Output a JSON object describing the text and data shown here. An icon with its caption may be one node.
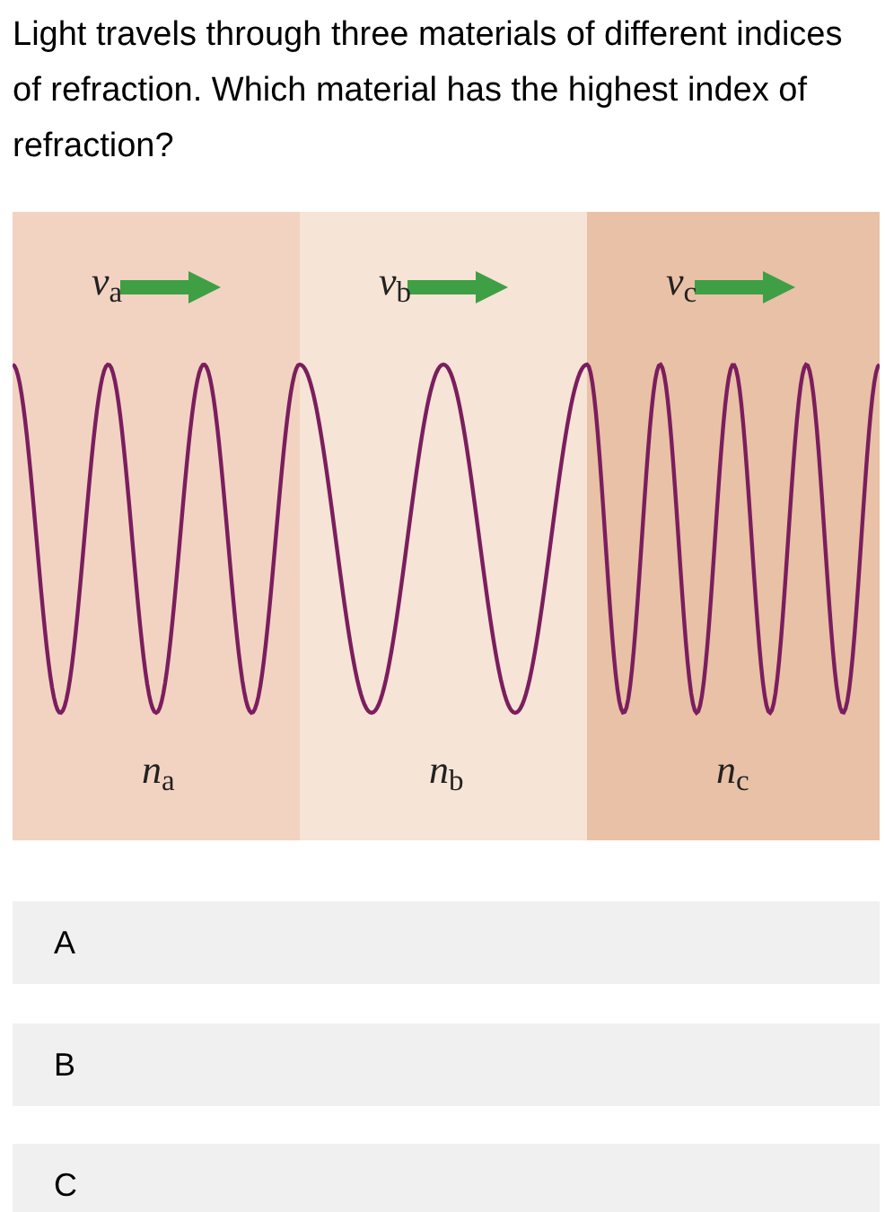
{
  "diagram": {
    "title": "Light travels through three materials of different indices of refraction. Which material has the highest index of refraction?",
    "nodes": [
      {
        "text": [
          "*v*$_{a}$",
          "*n*$_{a}$"
        ]
      },
      {
        "text": [
          "*v*$_{b}$",
          "*n*$_{b}$"
        ]
      },
      {
        "text": [
          "*v*$_{c}$",
          "*n*$_{c}$"
        ]
      },
      {
        "text": [
          "A"
        ]
      },
      {
        "text": [
          "B"
        ]
      },
      {
        "text": [
          "C"
        ]
      }
    ]
  }
}
